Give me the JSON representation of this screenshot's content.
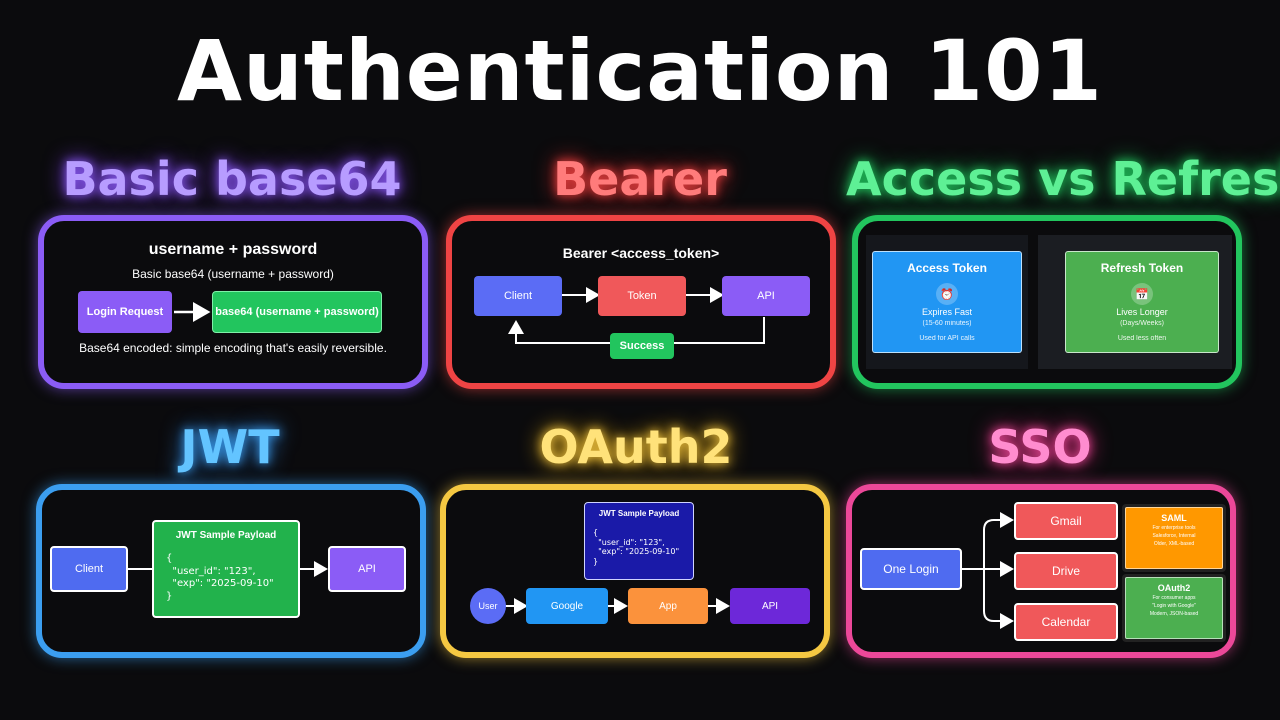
{
  "title": "Authentication 101",
  "sections": {
    "basic": {
      "title": "Basic base64",
      "color": "#8b5cf6",
      "heading": "username + password",
      "subheading": "Basic base64 (username + password)",
      "login_box": "Login Request",
      "encoded_box": "base64 (username + password)",
      "footer": "Base64 encoded: simple encoding that's easily reversible."
    },
    "bearer": {
      "title": "Bearer",
      "color": "#f0585a",
      "heading": "Bearer <access_token>",
      "client": "Client",
      "token": "Token",
      "api": "API",
      "success": "Success"
    },
    "access_refresh": {
      "title": "Access vs Refresh",
      "color": "#22c55e",
      "access": {
        "title": "Access Token",
        "icon": "alarm-clock-icon",
        "line1": "Expires Fast",
        "line2": "(15-60 minutes)",
        "line3": "Used for API calls"
      },
      "refresh": {
        "title": "Refresh Token",
        "icon": "calendar-icon",
        "line1": "Lives Longer",
        "line2": "(Days/Weeks)",
        "line3": "Used less often"
      }
    },
    "jwt": {
      "title": "JWT",
      "color": "#3fa9f5",
      "client": "Client",
      "payload_title": "JWT Sample Payload",
      "payload_code": "{\n  \"user_id\": \"123\",\n  \"exp\": \"2025-09-10\"\n}",
      "api": "API"
    },
    "oauth2": {
      "title": "OAuth2",
      "color": "#fcd34d",
      "payload_title": "JWT Sample Payload",
      "payload_code": "{\n  \"user_id\": \"123\",\n  \"exp\": \"2025-09-10\"\n}",
      "user": "User",
      "google": "Google",
      "app": "App",
      "api": "API"
    },
    "sso": {
      "title": "SSO",
      "color": "#f472b6",
      "one_login": "One Login",
      "gmail": "Gmail",
      "drive": "Drive",
      "calendar": "Calendar",
      "saml": {
        "title": "SAML",
        "line1": "For enterprise tools",
        "line2": "Salesforce, Internal",
        "line3": "Older, XML-based"
      },
      "oauth2": {
        "title": "OAuth2",
        "line1": "For consumer apps",
        "line2": "\"Login with Google\"",
        "line3": "Modern, JSON-based"
      }
    }
  }
}
